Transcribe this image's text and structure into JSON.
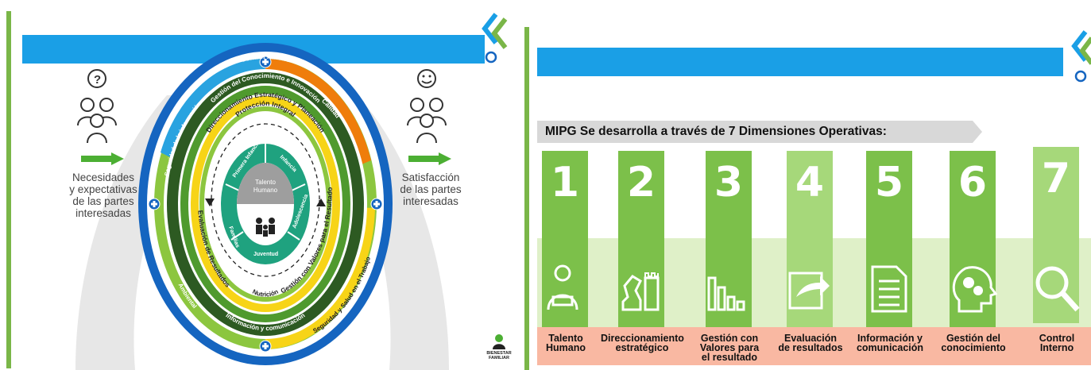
{
  "left_slide": {
    "control_interno": "Control Interno",
    "seguridad_informacion": "Seguridad de la información",
    "gestion_conocimiento": "Gestión del Conocimiento e Innovación",
    "calidad": "Calidad",
    "direccionamiento": "Direccionamiento Estratégico y Planeación",
    "proteccion_integral": "Protección Integral",
    "primera_infancia": "Primera Infancia",
    "infancia": "Infancia",
    "adolescencia": "Adolescencia",
    "juventud": "Juventud",
    "familias": "Familias",
    "talento_humano_line1": "Talento",
    "talento_humano_line2": "Humano",
    "nutricion": "Nutrición",
    "evaluacion_resultados": "Evaluación de Resultados",
    "gestion_valores": "Gestión con Valores para el Resultado",
    "informacion_comunicacion": "Información y comunicación",
    "ambiental": "Ambiental",
    "seguridad_salud": "Seguridad y Salud en el Trabajo",
    "necesidades": [
      "Necesidades",
      "y expectativas",
      "de las partes",
      "interesadas"
    ],
    "satisfaccion": [
      "Satisfacción",
      "de las partes",
      "interesadas"
    ],
    "bienestar_line1": "BIENESTAR",
    "bienestar_line2": "FAMILIAR"
  },
  "right_slide": {
    "heading": "MIPG Se desarrolla a través de 7 Dimensiones Operativas:",
    "dimensions": [
      {
        "number": "1",
        "label": [
          "Talento",
          "Humano"
        ]
      },
      {
        "number": "2",
        "label": [
          "Direccionamiento",
          "estratégico"
        ]
      },
      {
        "number": "3",
        "label": [
          "Gestión con",
          "Valores para",
          "el resultado"
        ]
      },
      {
        "number": "4",
        "label": [
          "Evaluación",
          "de resultados"
        ]
      },
      {
        "number": "5",
        "label": [
          "Información y",
          "comunicación"
        ]
      },
      {
        "number": "6",
        "label": [
          "Gestión del",
          "conocimiento"
        ]
      },
      {
        "number": "7",
        "label": [
          "Control",
          "Interno"
        ]
      }
    ]
  },
  "colors": {
    "blue_bar": "#1a9fe6",
    "dark_blue": "#1565c0",
    "dark_green": "#2d5a22",
    "mid_green": "#4f9a2e",
    "light_green": "#8cc63f",
    "yellow": "#f7d417",
    "orange": "#ef7d0b",
    "teal": "#1fa27f",
    "salmon": "#f9b8a2"
  }
}
